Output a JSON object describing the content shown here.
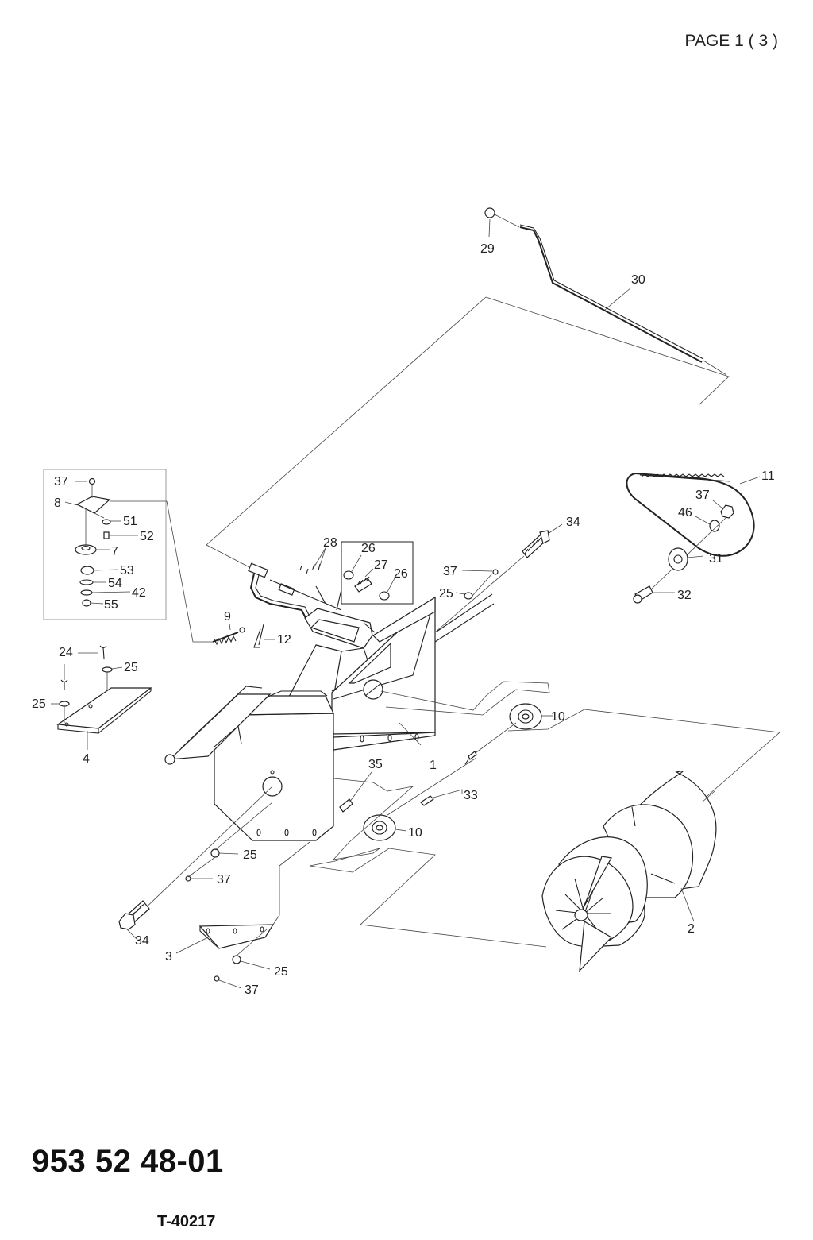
{
  "header": {
    "page_label": "PAGE 1 ( 3 )"
  },
  "footer": {
    "part_number": "953 52 48-01",
    "drawing_number": "T-40217"
  },
  "callouts": [
    {
      "id": "c29",
      "label": "29"
    },
    {
      "id": "c30",
      "label": "30"
    },
    {
      "id": "c11",
      "label": "11"
    },
    {
      "id": "c37a",
      "label": "37"
    },
    {
      "id": "c46",
      "label": "46"
    },
    {
      "id": "c31",
      "label": "31"
    },
    {
      "id": "c32",
      "label": "32"
    },
    {
      "id": "c34a",
      "label": "34"
    },
    {
      "id": "c37b",
      "label": "37"
    },
    {
      "id": "c25a",
      "label": "25"
    },
    {
      "id": "c37c",
      "label": "37"
    },
    {
      "id": "c8",
      "label": "8"
    },
    {
      "id": "c51",
      "label": "51"
    },
    {
      "id": "c52",
      "label": "52"
    },
    {
      "id": "c7",
      "label": "7"
    },
    {
      "id": "c53",
      "label": "53"
    },
    {
      "id": "c54",
      "label": "54"
    },
    {
      "id": "c42",
      "label": "42"
    },
    {
      "id": "c55",
      "label": "55"
    },
    {
      "id": "c28",
      "label": "28"
    },
    {
      "id": "c26a",
      "label": "26"
    },
    {
      "id": "c27",
      "label": "27"
    },
    {
      "id": "c26b",
      "label": "26"
    },
    {
      "id": "c9",
      "label": "9"
    },
    {
      "id": "c12",
      "label": "12"
    },
    {
      "id": "c24",
      "label": "24"
    },
    {
      "id": "c25b",
      "label": "25"
    },
    {
      "id": "c25c",
      "label": "25"
    },
    {
      "id": "c4",
      "label": "4"
    },
    {
      "id": "c1",
      "label": "1"
    },
    {
      "id": "c10a",
      "label": "10"
    },
    {
      "id": "c35",
      "label": "35"
    },
    {
      "id": "c33",
      "label": "33"
    },
    {
      "id": "c10b",
      "label": "10"
    },
    {
      "id": "c25d",
      "label": "25"
    },
    {
      "id": "c37d",
      "label": "37"
    },
    {
      "id": "c34b",
      "label": "34"
    },
    {
      "id": "c3",
      "label": "3"
    },
    {
      "id": "c25e",
      "label": "25"
    },
    {
      "id": "c37e",
      "label": "37"
    },
    {
      "id": "c2",
      "label": "2"
    }
  ]
}
